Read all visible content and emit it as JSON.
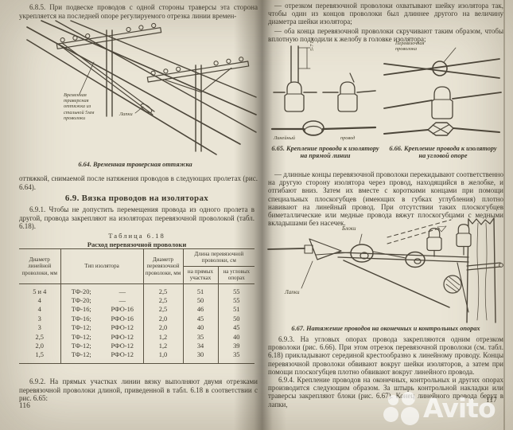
{
  "book": {
    "left_page": {
      "para_685_before_fig": "6.8.5. При подвеске проводов с одной стороны траверсы эта сторона укрепляется на последней опоре регулируемого отрезка линии времен-",
      "fig_664": {
        "label_stay": "Временная траверсная оттяжка из стальной 5мм проволоки",
        "label_lapki": "Лапки",
        "caption": "6.64. Временная траверсная оттяжка"
      },
      "para_685_after_fig": "оттяжкой, снимаемой после натяжения проводов в следующих пролетах (рис. 6.64).",
      "section_heading": "6.9. Вязка проводов на изоляторах",
      "para_691": "6.9.1. Чтобы не допустить перемещения провода из одного пролета в другой, провода закрепляют на изоляторах перевязочной проволокой (табл. 6.18).",
      "table_618": {
        "label": "Таблица 6.18",
        "title": "Расход перевязочной проволоки",
        "col_line_diam": "Диаметр линейной проволоки, мм",
        "col_insulator_type": "Тип изолятора",
        "col_tie_diam": "Диаметр перевязочной проволоки, мм",
        "col_tie_length": "Длина перевязочной проволоки, см",
        "col_straight": "на прямых участках",
        "col_corner": "на угловых опорах",
        "rows": [
          [
            "5 и 4",
            "ТФ-20;",
            "—",
            "2,5",
            "51",
            "55"
          ],
          [
            "4",
            "ТФ-20;",
            "—",
            "2,5",
            "50",
            "55"
          ],
          [
            "4",
            "ТФ-16;",
            "РФО-16",
            "2,5",
            "46",
            "51"
          ],
          [
            "3",
            "ТФ-16;",
            "РФО-16",
            "2,0",
            "45",
            "50"
          ],
          [
            "3",
            "ТФ-12;",
            "РФО-12",
            "2,0",
            "40",
            "45"
          ],
          [
            "2,5",
            "ТФ-12;",
            "РФО-12",
            "1,2",
            "35",
            "40"
          ],
          [
            "2,0",
            "ТФ-12;",
            "РФО-12",
            "1,2",
            "34",
            "39"
          ],
          [
            "1,5",
            "ТФ-12;",
            "РФО-12",
            "1,0",
            "30",
            "35"
          ]
        ]
      },
      "para_692": "6.9.2. На прямых участках линии вязку выполняют двумя отрезками перевязочной проволоки длиной, приведенной в табл. 6.18 в соответствии с рис. 6.65:",
      "page_number": "116"
    },
    "right_page": {
      "bullet_1": "— отрезком перевязочной проволоки охватывают шейку изолятора так, чтобы один из концов проволоки был длиннее другого на величину диаметра шейки изолятора;",
      "bullet_2": "— оба конца перевязочной проволоки скручивают таким образом, чтобы вплотную подходили к желобу в головке изолятора;",
      "fig_665": {
        "label_dim": "5-7 см",
        "label_line_wire_left": "Линейный",
        "label_line_wire_right": "провод",
        "caption": "6.65. Крепление провода к изолятору на прямой линии"
      },
      "fig_666": {
        "label_tie_wire": "Перевязочная проволока",
        "caption": "6.66. Крепление провода к изолятору на угловой опоре"
      },
      "para_tie": "— длинные концы перевязочной проволоки перекидывают соответственно на другую сторону изолятора через провод, находящийся в желобке, и отгибают вниз. Затем их вместе с короткими концами при помощи специальных плоскогубцев (имеющих в губках углубления) плотно навивают на линейный провод. При отсутствии таких плоскогубцев биметаллические или медные провода вяжут плоскогубцами с медными вкладышами без насечек.",
      "fig_667": {
        "label_bloki": "Блоки",
        "label_lapki": "Лапки",
        "caption": "6.67. Натяжение проводов на оконечных и контрольных опорах"
      },
      "para_693": "6.9.3. На угловых опорах провода закрепляются одним отрезком проволоки (рис. 6.66). При этом отрезок перевязочной проволоки (см. табл. 6.18) прикладывают серединой крестообразно к линейному проводу. Концы перевязочной проволоки обвивают вокруг шейки изоляторов, а затем при помощи плоскогубцев плотно обвивают вокруг линейного провода.",
      "para_694": "6.9.4. Крепление проводов на оконечных, контрольных и других опорах производится следующим образом. За штырь контрольной накладки или траверсы закрепляют блоки (рис. 6.67). Конец линейного провода берут в лапки,",
      "page_number": "117"
    },
    "watermark": {
      "text": "Avito"
    },
    "colors": {
      "paper": "#eae5d6",
      "ink": "#3b372c"
    }
  }
}
